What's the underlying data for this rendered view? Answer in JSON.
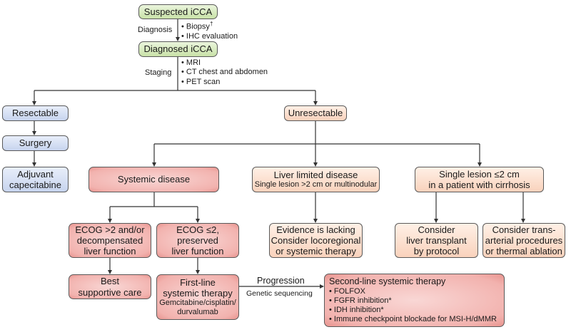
{
  "diagram": {
    "nodes": {
      "suspected": "Suspected iCCA",
      "diagnosed": "Diagnosed iCCA",
      "resectable": "Resectable",
      "surgery": "Surgery",
      "adjuvant_line1": "Adjuvant",
      "adjuvant_line2": "capecitabine",
      "unresectable": "Unresectable",
      "systemic_disease": "Systemic disease",
      "liver_limited_line1": "Liver limited disease",
      "liver_limited_line2": "Single lesion >2 cm or multinodular",
      "single_lesion_line1": "Single lesion ≤2 cm",
      "single_lesion_line2": "in a patient with cirrhosis",
      "ecog_gt2_line1": "ECOG >2 and/or",
      "ecog_gt2_line2": "decompensated",
      "ecog_gt2_line3": "liver function",
      "ecog_le2_line1": "ECOG ≤2,",
      "ecog_le2_line2": "preserved",
      "ecog_le2_line3": "liver function",
      "evidence_line1": "Evidence is lacking",
      "evidence_line2": "Consider locoregional",
      "evidence_line3": "or systemic therapy",
      "transplant_line1": "Consider",
      "transplant_line2": "liver transplant",
      "transplant_line3": "by protocol",
      "transarterial_line1": "Consider trans-",
      "transarterial_line2": "arterial procedures",
      "transarterial_line3": "or thermal ablation",
      "best_care_line1": "Best",
      "best_care_line2": "supportive care",
      "first_line_line1": "First-line",
      "first_line_line2": "systemic therapy",
      "first_line_line3": "Gemcitabine/cisplatin/",
      "first_line_line4": "durvalumab",
      "second_line_title": "Second-line systemic therapy",
      "second_line_items": [
        "• FOLFOX",
        "• FGFR inhibition*",
        "• IDH inhibition*",
        "• Immune checkpoint blockade for MSI-H/dMMR"
      ]
    },
    "edge_labels": {
      "diagnosis": "Diagnosis",
      "diagnosis_items": [
        "• Biopsy",
        "• IHC evaluation"
      ],
      "biopsy_footnote": "†",
      "staging": "Staging",
      "staging_items": [
        "• MRI",
        "• CT chest and abdomen",
        "• PET scan"
      ],
      "progression": "Progression",
      "genetic_sequencing": "Genetic sequencing"
    },
    "colors": {
      "line": "#333333",
      "green": "#c9e2a8",
      "blue": "#c7d4ee",
      "peach": "#f9d2bc",
      "red": "#f2b2ae"
    }
  }
}
